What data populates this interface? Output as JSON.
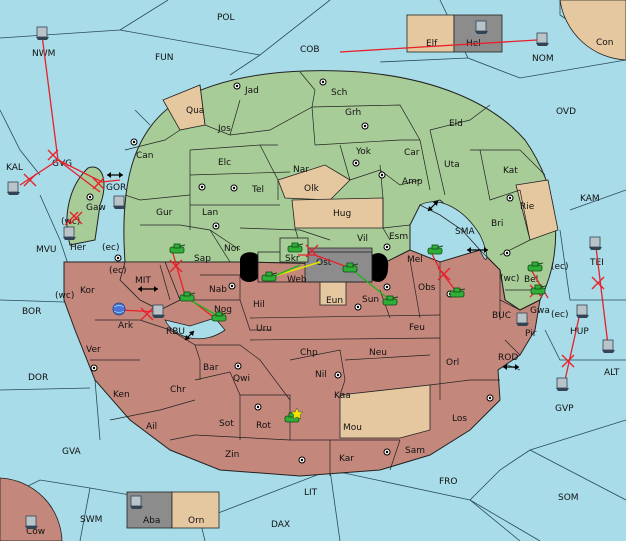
{
  "map": {
    "title": "",
    "colors": {
      "sea": "#a8dce8",
      "green_land": "#a8cc98",
      "red_land": "#c4877c",
      "neutral_land": "#e6c8a0",
      "grey_land": "#8c8c8c",
      "order_arrow": "#e8202a",
      "support_line": "#e6e600",
      "unit_green": "#2fae38"
    },
    "sea_regions": {
      "pol": "POL",
      "fun": "FUN",
      "cob": "COB",
      "nom": "NOM",
      "con": "Con",
      "ovd": "OVD",
      "kam": "KAM",
      "sma": "SMA",
      "mit": "MIT",
      "rbu": "RBU",
      "kal": "KAL",
      "nwm": "NWM",
      "gvg": "GVG",
      "gor": "GOR",
      "mvu": "MVU",
      "bor": "BOR",
      "dor": "DOR",
      "gva": "GVA",
      "swm": "SWM",
      "dax": "DAX",
      "lit": "LIT",
      "fro": "FRO",
      "som": "SOM",
      "alt": "ALT",
      "gvp": "GVP",
      "hup": "HUP",
      "tei": "TEI",
      "buc": "BUC",
      "rod": "ROD"
    },
    "green_regions": {
      "jad": "Jad",
      "sch": "Sch",
      "qua": "Qua",
      "jos": "Jos",
      "grh": "Grh",
      "eld": "Eld",
      "can": "Can",
      "yok": "Yok",
      "car": "Car",
      "elc": "Elc",
      "nar": "Nar",
      "uta": "Uta",
      "kat": "Kat",
      "tel": "Tel",
      "olk": "Olk",
      "amp": "Amp",
      "gur": "Gur",
      "lan": "Lan",
      "hug": "Hug",
      "rie": "Rie",
      "bri": "Bri",
      "gaw": "Gaw",
      "nor": "Nor",
      "vil": "Vil",
      "esm": "Esm",
      "sap": "Sap",
      "skr": "Skr",
      "mel": "Mel"
    },
    "red_regions": {
      "her": "Her",
      "kor": "Kor",
      "nab": "Nab",
      "hil": "Hil",
      "ost": "Ost",
      "web": "Web",
      "eun": "Eun",
      "sun": "Sun",
      "obs": "Obs",
      "bel": "Bel",
      "gwa": "Gwa",
      "pir": "Pir",
      "ark": "Ark",
      "nog": "Nog",
      "uru": "Uru",
      "feu": "Feu",
      "ver": "Ver",
      "chp": "Chp",
      "neu": "Neu",
      "orl": "Orl",
      "bar": "Bar",
      "qwi": "Qwi",
      "nil": "Nil",
      "ken": "Ken",
      "chr": "Chr",
      "kaa": "Kaa",
      "ail": "Ail",
      "sot": "Sot",
      "rot": "Rot",
      "mou": "Mou",
      "los": "Los",
      "zin": "Zin",
      "kar": "Kar",
      "sam": "Sam"
    },
    "island_regions": {
      "elf": "Elf",
      "hel": "Hel",
      "aba": "Aba",
      "orn": "Orn",
      "cow": "Cow"
    },
    "coast_labels": {
      "wc1": "(wc)",
      "ec1": "(ec)",
      "ec2": "(ec)",
      "wc2": "(wc)",
      "wc3": "(wc)",
      "ec3": "(ec)",
      "ec4": "(ec)"
    }
  }
}
